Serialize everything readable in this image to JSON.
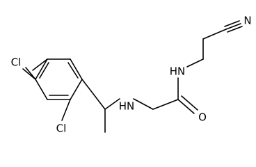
{
  "structure": {
    "atoms": {
      "cl_ring_para": "Cl",
      "cl_ring_ortho": "Cl",
      "amine_nh": "HN",
      "amide_nh": "HN",
      "carbonyl_o": "O",
      "nitrile_n": "N"
    }
  }
}
